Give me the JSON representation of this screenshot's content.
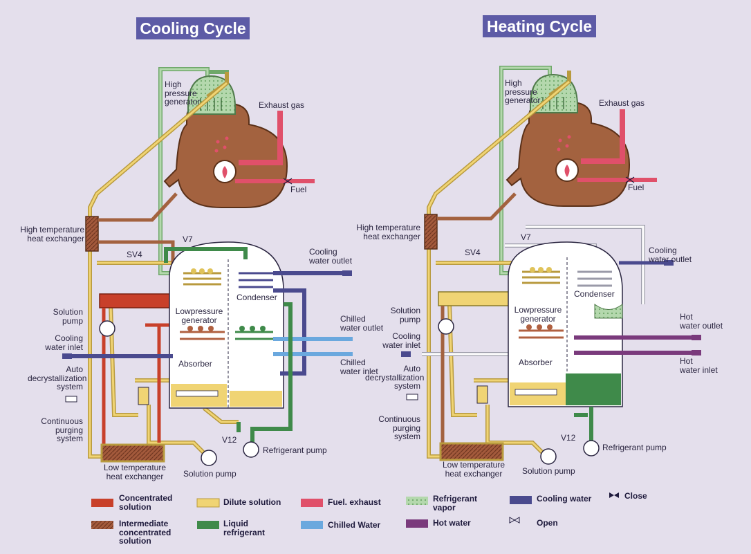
{
  "titles": {
    "cooling": "Cooling Cycle",
    "heating": "Heating Cycle"
  },
  "cooling_labels": {
    "hpg": "High\npressure\ngenerator",
    "exhaust": "Exhaust gas",
    "fuel": "Fuel",
    "hthe": "High temperature\nheat exchanger",
    "v7": "V7",
    "sv4": "SV4",
    "cw_outlet": "Cooling\nwater outlet",
    "condenser": "Condenser",
    "sol_pump": "Solution\npump",
    "lpg": "Lowpressure\ngenerator",
    "chw_outlet": "Chilled\nwater outlet",
    "cw_inlet": "Cooling\nwater inlet",
    "absorber": "Absorber",
    "chw_inlet": "Chilled\nwater inlet",
    "auto": "Auto\ndecrystallization\nsystem",
    "purge": "Continuous\npurging\nsystem",
    "v12": "V12",
    "ref_pump": "Refrigerant pump",
    "lthe": "Low temperature\nheat exchanger",
    "sol_pump2": "Solution pump"
  },
  "heating_labels": {
    "hpg": "High\npressure\ngenerator",
    "exhaust": "Exhaust gas",
    "fuel": "Fuel",
    "hthe": "High temperature\nheat exchanger",
    "v7": "V7",
    "sv4": "SV4",
    "cw_outlet": "Cooling\nwater outlet",
    "condenser": "Condenser",
    "sol_pump": "Solution\npump",
    "lpg": "Lowpressure\ngenerator",
    "hw_outlet": "Hot\nwater outlet",
    "cw_inlet": "Cooling\nwater inlet",
    "absorber": "Absorber",
    "hw_inlet": "Hot\nwater inlet",
    "auto": "Auto\ndecrystallization\nsystem",
    "purge": "Continuous\npurging\nsystem",
    "v12": "V12",
    "ref_pump": "Refrigerant pump",
    "lthe": "Low temperature\nheat exchanger",
    "sol_pump2": "Solution pump"
  },
  "legend": [
    {
      "label": "Concentrated\nsolution",
      "color": "#c8402a"
    },
    {
      "label": "Intermediate\nconcentrated\nsolution",
      "color": "#a35a3c"
    },
    {
      "label": "Dilute solution",
      "color": "#f0d474"
    },
    {
      "label": "Liquid\nrefrigerant",
      "color": "#3f8a4a"
    },
    {
      "label": "Fuel. exhaust",
      "color": "#e0506a"
    },
    {
      "label": "Chilled Water",
      "color": "#6aa8de"
    },
    {
      "label": "Refrigerant\nvapor",
      "color": "#a6cfa0"
    },
    {
      "label": "Hot water",
      "color": "#7a3a7c"
    },
    {
      "label": "Cooling water",
      "color": "#4a4a8e"
    },
    {
      "label": "Close",
      "color": "#1e1a3c"
    },
    {
      "label": "Open",
      "color": "#1e1a3c"
    }
  ]
}
